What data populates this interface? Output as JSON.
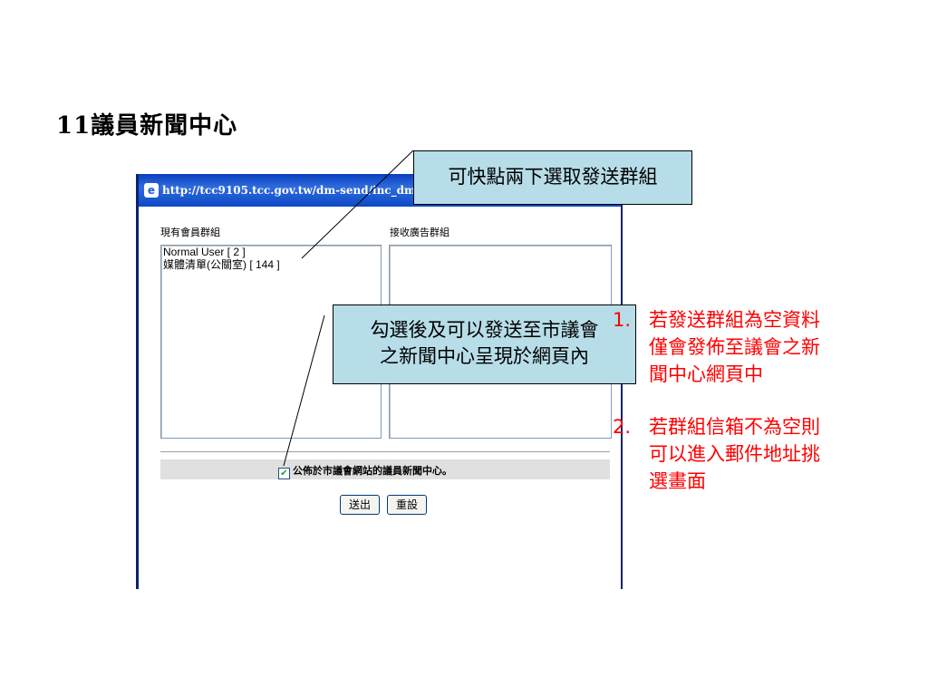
{
  "slide": {
    "title": "11議員新聞中心"
  },
  "window": {
    "title_url": "http://tcc9105.tcc.gov.tw/dm-send/inc_dm-sele",
    "left_label": "現有會員群組",
    "right_label": "接收廣告群組",
    "left_list": [
      "Normal User [ 2 ]",
      "媒體清單(公關室) [ 144 ]"
    ],
    "right_list": [],
    "publish_checkbox": {
      "checked": true,
      "label": "公佈於市議會網站的議員新聞中心。"
    },
    "submit_label": "送出",
    "reset_label": "重設"
  },
  "callouts": {
    "top": "可快點兩下選取發送群組",
    "mid_line1": "勾選後及可以發送至市議會",
    "mid_line2": "之新聞中心呈現於網頁內"
  },
  "notes": [
    {
      "num": "1.",
      "lines": [
        "若發送群組為空資料",
        "僅會發佈至議會之新",
        "聞中心網頁中"
      ]
    },
    {
      "num": "2.",
      "lines": [
        "若群組信箱不為空則",
        "可以進入郵件地址挑",
        "選畫面"
      ]
    }
  ],
  "colors": {
    "callout_bg": "#b7dde8",
    "note_text": "#ff0000",
    "titlebar": "#0a3fbd"
  }
}
